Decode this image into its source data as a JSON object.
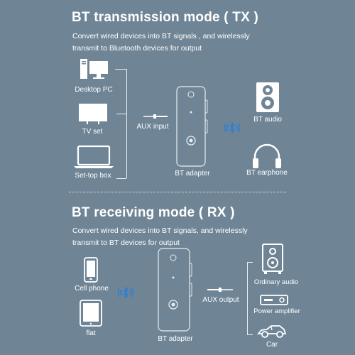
{
  "tx": {
    "title": "BT transmission mode ( TX )",
    "desc_line1": "Convert wired devices into BT signals , and wirelessly",
    "desc_line2": "transmit to Bluetooth devices for output",
    "sources": [
      {
        "label": "Desktop PC",
        "icon": "desktop-pc-icon"
      },
      {
        "label": "TV set",
        "icon": "tv-icon"
      },
      {
        "label": "Set-top box",
        "icon": "laptop-icon"
      }
    ],
    "aux_label": "AUX input",
    "adapter_label": "BT adapter",
    "outputs": [
      {
        "label": "BT audio",
        "icon": "speaker-icon"
      },
      {
        "label": "BT earphone",
        "icon": "headphones-icon"
      }
    ]
  },
  "rx": {
    "title": "BT receiving mode ( RX )",
    "desc_line1": "Convert wired devices into BT signals, and wirelessly",
    "desc_line2": "transmit to BT devices for output",
    "sources": [
      {
        "label": "Cell phone",
        "icon": "phone-icon"
      },
      {
        "label": "flat",
        "icon": "tablet-icon"
      }
    ],
    "adapter_label": "BT adapter",
    "aux_label": "AUX output",
    "outputs": [
      {
        "label": "Ordinary audio",
        "icon": "speaker-icon"
      },
      {
        "label": "Power amplifier",
        "icon": "amplifier-icon"
      },
      {
        "label": "Car",
        "icon": "car-icon"
      }
    ]
  },
  "colors": {
    "background": "#6f8596",
    "text": "#ffffff",
    "bluetooth_signal": "#2f7fd0"
  }
}
